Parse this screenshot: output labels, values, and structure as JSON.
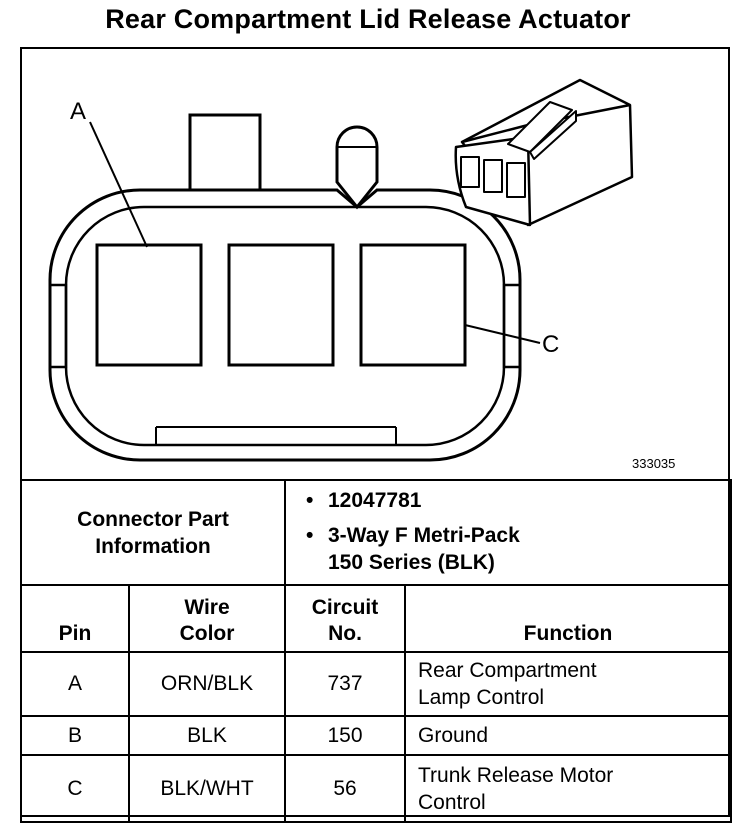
{
  "title": "Rear Compartment Lid Release Actuator",
  "figure_id": "333035",
  "callouts": {
    "a": "A",
    "c": "C"
  },
  "connector_info": {
    "label": "Connector Part\nInformation",
    "items": [
      "12047781",
      "3-Way F Metri-Pack\n150 Series (BLK)"
    ]
  },
  "table": {
    "headers": {
      "pin": "Pin",
      "wire_color": "Wire\nColor",
      "circuit": "Circuit\nNo.",
      "function": "Function"
    },
    "rows": [
      {
        "pin": "A",
        "wire_color": "ORN/BLK",
        "circuit": "737",
        "function": "Rear Compartment\nLamp Control"
      },
      {
        "pin": "B",
        "wire_color": "BLK",
        "circuit": "150",
        "function": "Ground"
      },
      {
        "pin": "C",
        "wire_color": "BLK/WHT",
        "circuit": "56",
        "function": "Trunk Release Motor\nControl"
      }
    ]
  }
}
